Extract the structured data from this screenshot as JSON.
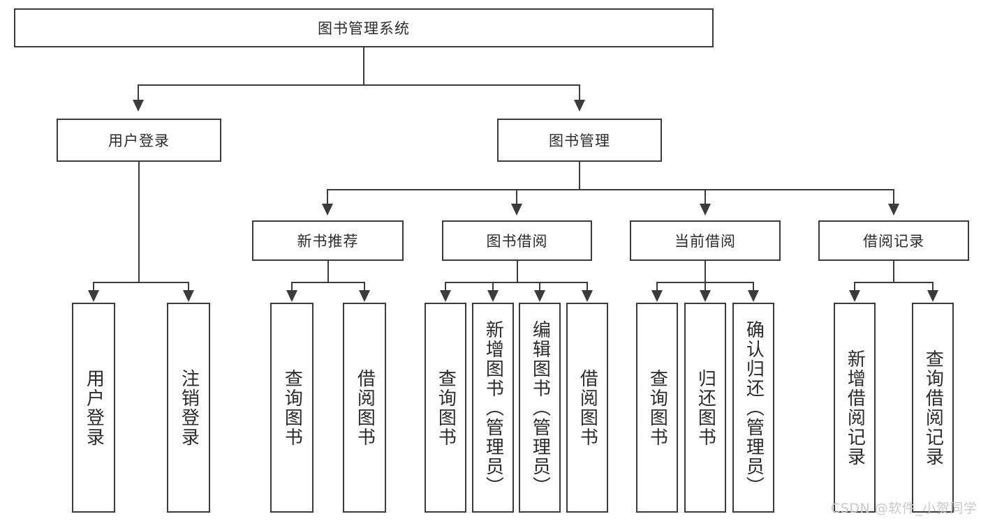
{
  "diagram": {
    "title": "图书管理系统",
    "root": {
      "label": "图书管理系统"
    },
    "level1": [
      {
        "label": "用户登录"
      },
      {
        "label": "图书管理"
      }
    ],
    "level2": [
      {
        "label": "新书推荐"
      },
      {
        "label": "图书借阅"
      },
      {
        "label": "当前借阅"
      },
      {
        "label": "借阅记录"
      }
    ],
    "leaves": {
      "user_login": [
        {
          "label": "用户登录"
        },
        {
          "label": "注销登录"
        }
      ],
      "new_book_recommend": [
        {
          "label": "查询图书"
        },
        {
          "label": "借阅图书"
        }
      ],
      "book_borrow": [
        {
          "label": "查询图书"
        },
        {
          "label": "新增图书（管理员）"
        },
        {
          "label": "编辑图书（管理员）"
        },
        {
          "label": "借阅图书"
        }
      ],
      "current_borrow": [
        {
          "label": "查询图书"
        },
        {
          "label": "归还图书"
        },
        {
          "label": "确认归还（管理员）"
        }
      ],
      "borrow_record": [
        {
          "label": "新增借阅记录"
        },
        {
          "label": "查询借阅记录"
        }
      ]
    }
  },
  "watermark": {
    "text": "CSDN @软件_小贺同学"
  },
  "colors": {
    "stroke": "#3b3b3b",
    "background": "#ffffff",
    "text": "#2b2b2b",
    "watermark": "#c9c9c9"
  }
}
